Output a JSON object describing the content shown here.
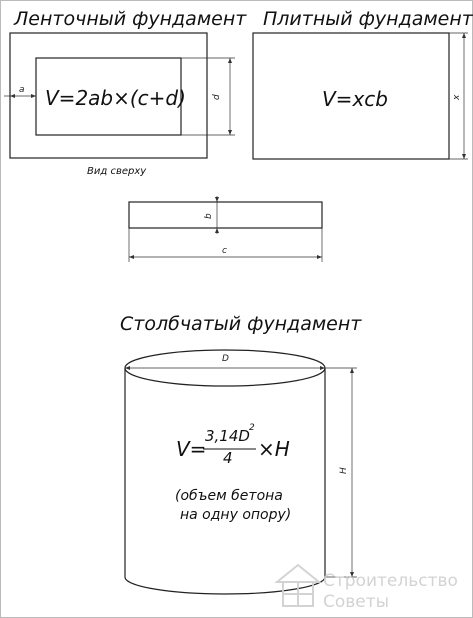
{
  "strip": {
    "title": "Ленточный фундамент",
    "formula": "V=2ab×(c+d)",
    "dim_a": "a",
    "dim_d": "d",
    "caption": "Вид сверху"
  },
  "slab": {
    "title": "Плитный фундамент",
    "formula": "V=xcb",
    "dim_x": "x"
  },
  "section": {
    "dim_b": "b",
    "dim_c": "c"
  },
  "column": {
    "title": "Столбчатый фундамент",
    "formula_prefix": "V=",
    "numerator": "3,14D",
    "exponent": "2",
    "denominator": "4",
    "formula_suffix": "×H",
    "dim_D": "D",
    "dim_H": "H",
    "note_line1": "(объем бетона",
    "note_line2": "на одну опору)"
  },
  "watermark": {
    "line1": "Строительство",
    "line2": "Советы"
  },
  "colors": {
    "line": "#222222",
    "watermark": "#cfcfcf"
  }
}
